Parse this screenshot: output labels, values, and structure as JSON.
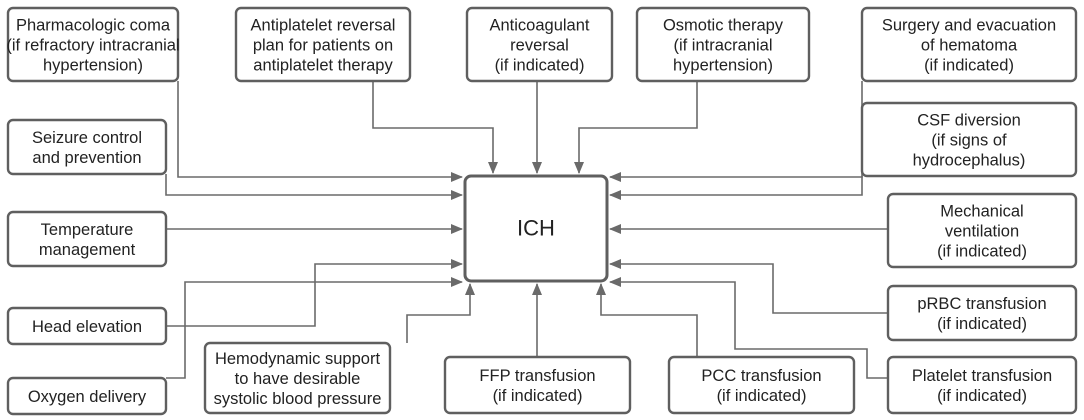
{
  "center": {
    "id": "ich",
    "lines": [
      "ICH"
    ]
  },
  "nodes": [
    {
      "id": "pharmacologic-coma",
      "lines": [
        "Pharmacologic coma",
        "(if refractory intracranial",
        "hypertension)"
      ]
    },
    {
      "id": "antiplatelet-reversal",
      "lines": [
        "Antiplatelet reversal",
        "plan for patients on",
        "antiplatelet therapy"
      ]
    },
    {
      "id": "anticoagulant-reversal",
      "lines": [
        "Anticoagulant",
        "reversal",
        "(if indicated)"
      ]
    },
    {
      "id": "osmotic-therapy",
      "lines": [
        "Osmotic therapy",
        "(if intracranial",
        "hypertension)"
      ]
    },
    {
      "id": "surgery-evacuation",
      "lines": [
        "Surgery and evacuation",
        "of hematoma",
        "(if indicated)"
      ]
    },
    {
      "id": "seizure-control",
      "lines": [
        "Seizure control",
        "and prevention"
      ]
    },
    {
      "id": "csf-diversion",
      "lines": [
        "CSF diversion",
        "(if signs of",
        "hydrocephalus)"
      ]
    },
    {
      "id": "temperature-management",
      "lines": [
        "Temperature",
        "management"
      ]
    },
    {
      "id": "mechanical-ventilation",
      "lines": [
        "Mechanical",
        "ventilation",
        "(if indicated)"
      ]
    },
    {
      "id": "head-elevation",
      "lines": [
        "Head elevation"
      ]
    },
    {
      "id": "prbc-transfusion",
      "lines": [
        "pRBC transfusion",
        "(if indicated)"
      ]
    },
    {
      "id": "oxygen-delivery",
      "lines": [
        "Oxygen delivery"
      ]
    },
    {
      "id": "hemodynamic-support",
      "lines": [
        "Hemodynamic support",
        "to have desirable",
        "systolic blood pressure"
      ]
    },
    {
      "id": "ffp-transfusion",
      "lines": [
        "FFP transfusion",
        "(if indicated)"
      ]
    },
    {
      "id": "pcc-transfusion",
      "lines": [
        "PCC transfusion",
        "(if indicated)"
      ]
    },
    {
      "id": "platelet-transfusion",
      "lines": [
        "Platelet transfusion",
        "(if indicated)"
      ]
    }
  ],
  "edges": [
    {
      "from": "pharmacologic-coma",
      "to": "ich"
    },
    {
      "from": "antiplatelet-reversal",
      "to": "ich"
    },
    {
      "from": "anticoagulant-reversal",
      "to": "ich"
    },
    {
      "from": "osmotic-therapy",
      "to": "ich"
    },
    {
      "from": "surgery-evacuation",
      "to": "ich"
    },
    {
      "from": "seizure-control",
      "to": "ich"
    },
    {
      "from": "csf-diversion",
      "to": "ich"
    },
    {
      "from": "temperature-management",
      "to": "ich"
    },
    {
      "from": "mechanical-ventilation",
      "to": "ich"
    },
    {
      "from": "head-elevation",
      "to": "ich"
    },
    {
      "from": "prbc-transfusion",
      "to": "ich"
    },
    {
      "from": "oxygen-delivery",
      "to": "ich"
    },
    {
      "from": "hemodynamic-support",
      "to": "ich"
    },
    {
      "from": "ffp-transfusion",
      "to": "ich"
    },
    {
      "from": "pcc-transfusion",
      "to": "ich"
    },
    {
      "from": "platelet-transfusion",
      "to": "ich"
    }
  ],
  "colors": {
    "box_stroke": "#5f5f5f",
    "arrow": "#6a6a6a",
    "text": "#222222",
    "background": "#ffffff"
  }
}
